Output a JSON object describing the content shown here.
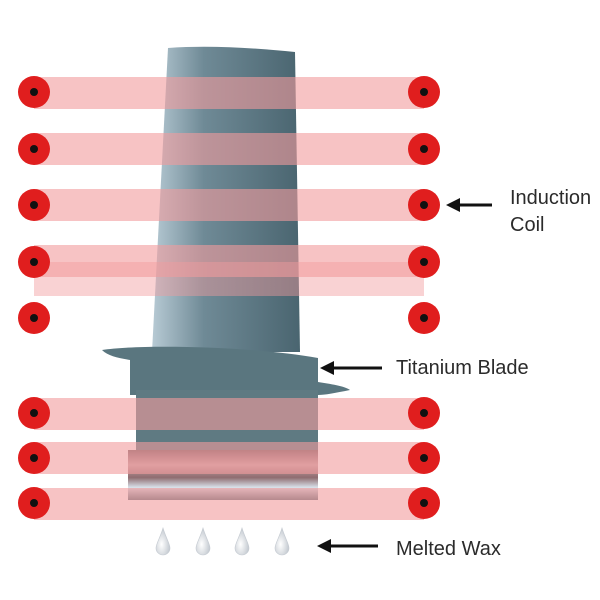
{
  "labels": {
    "induction_coil_line1": "Induction",
    "induction_coil_line2": "Coil",
    "titanium_blade": "Titanium Blade",
    "melted_wax": "Melted Wax"
  },
  "colors": {
    "coil_band": "#f19b9d",
    "coil_terminal": "#e01e1e",
    "terminal_core": "#111111",
    "blade": "#58747f",
    "blade_light": "#a9c0cc",
    "blade_base": "#5f7a82",
    "wax_drop": "#d9dde3",
    "arrow": "#111111",
    "text": "#2b2b2b"
  },
  "icons": {
    "coil_terminal": "red-circle-with-black-dot",
    "wax_drop": "droplet",
    "pointer": "left-arrow"
  }
}
